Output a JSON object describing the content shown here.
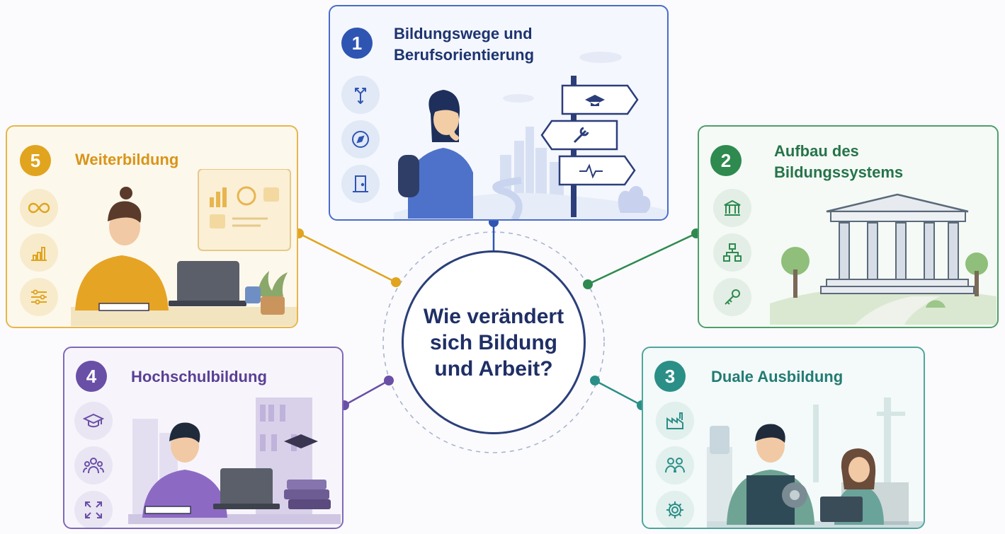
{
  "center": {
    "question": "Wie verändert sich Bildung und Arbeit?"
  },
  "cards": [
    {
      "number": "1",
      "title": "Bildungswege und Berufsorientierung",
      "color": "#2f55b3",
      "icons": [
        "arrows-split-icon",
        "compass-icon",
        "door-icon"
      ]
    },
    {
      "number": "2",
      "title": "Aufbau des Bildungssystems",
      "color": "#2e8a4f",
      "icons": [
        "institution-icon",
        "hierarchy-icon",
        "key-icon"
      ]
    },
    {
      "number": "3",
      "title": "Duale Ausbildung",
      "color": "#2a8f86",
      "icons": [
        "factory-icon",
        "people-swap-icon",
        "gear-icon"
      ]
    },
    {
      "number": "4",
      "title": "Hochschulbildung",
      "color": "#6a4fa6",
      "icons": [
        "graduation-cap-icon",
        "group-icon",
        "expand-icon"
      ]
    },
    {
      "number": "5",
      "title": "Weiterbildung",
      "color": "#e0a41e",
      "icons": [
        "infinity-icon",
        "bar-chart-icon",
        "sliders-icon"
      ]
    }
  ]
}
